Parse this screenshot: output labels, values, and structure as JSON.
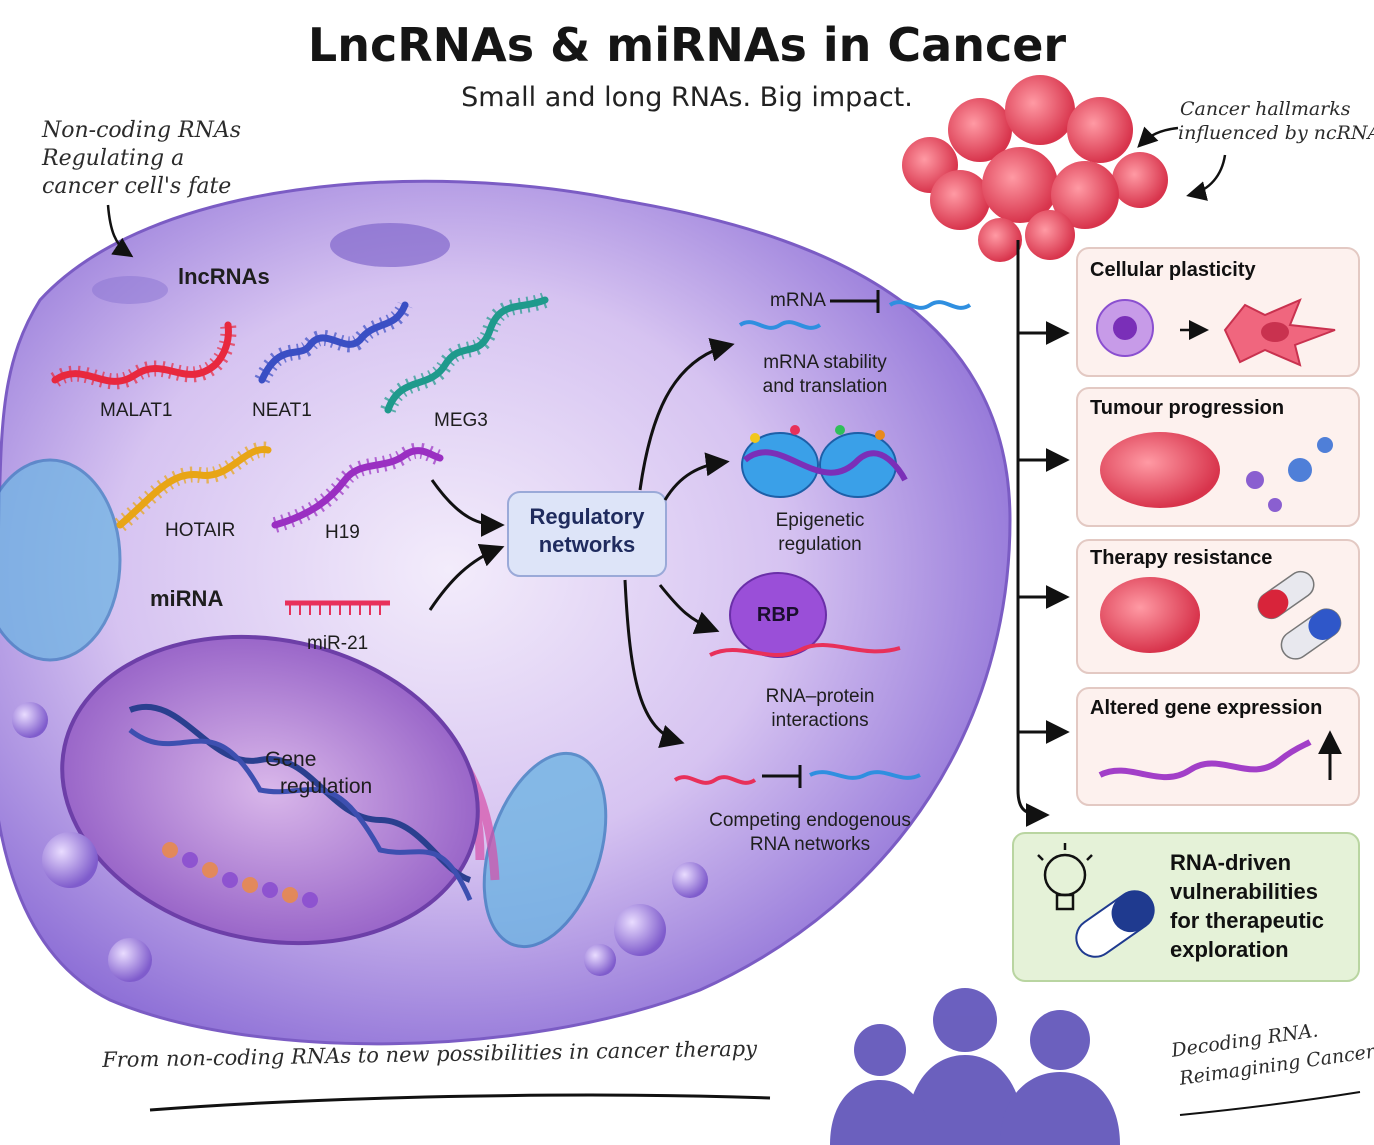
{
  "title": "LncRNAs & miRNAs in Cancer",
  "subtitle": "Small and long RNAs. Big impact.",
  "left_note": [
    "Non-coding RNAs",
    "Regulating a",
    "cancer cell's fate"
  ],
  "right_note": [
    "Cancer hallmarks",
    "influenced by ncRNAs"
  ],
  "lncrnas": {
    "heading": "lncRNAs",
    "items": [
      {
        "label": "MALAT1",
        "color": "#e8283e"
      },
      {
        "label": "NEAT1",
        "color": "#3a4fc4"
      },
      {
        "label": "MEG3",
        "color": "#1f9a8c"
      },
      {
        "label": "HOTAIR",
        "color": "#e8a516"
      },
      {
        "label": "H19",
        "color": "#9a2fc2"
      }
    ]
  },
  "mirna": {
    "heading": "miRNA",
    "item": "miR-21",
    "color": "#e8305a"
  },
  "hub": {
    "line1": "Regulatory",
    "line2": "networks"
  },
  "mechanisms": {
    "mrna_label": "mRNA",
    "mrna_stability": [
      "mRNA stability",
      "and translation"
    ],
    "epigenetic": [
      "Epigenetic",
      "regulation"
    ],
    "rbp": "RBP",
    "rna_protein": [
      "RNA–protein",
      "interactions"
    ],
    "cerna": [
      "Competing endogenous",
      "RNA networks"
    ]
  },
  "nucleus_label": [
    "Gene",
    "regulation"
  ],
  "hallmarks": [
    {
      "title": "Cellular plasticity"
    },
    {
      "title": "Tumour progression"
    },
    {
      "title": "Therapy resistance"
    },
    {
      "title": "Altered gene expression"
    }
  ],
  "therapy_box": [
    "RNA-driven",
    "vulnerabilities",
    "for therapeutic",
    "exploration"
  ],
  "footer_left": "From non-coding RNAs to new possibilities in cancer therapy",
  "footer_right": [
    "Decoding RNA.",
    "Reimagining Cancer."
  ],
  "colors": {
    "cell_fill": "#b79be6",
    "hub_fill": "#dde4f8",
    "hallmark_bg": "#fdf1ee",
    "therapy_bg": "#e5f2d8"
  },
  "icons": [
    "tumour-cluster",
    "lightbulb-icon",
    "capsule-icon",
    "up-arrow-icon",
    "people-silhouettes"
  ]
}
